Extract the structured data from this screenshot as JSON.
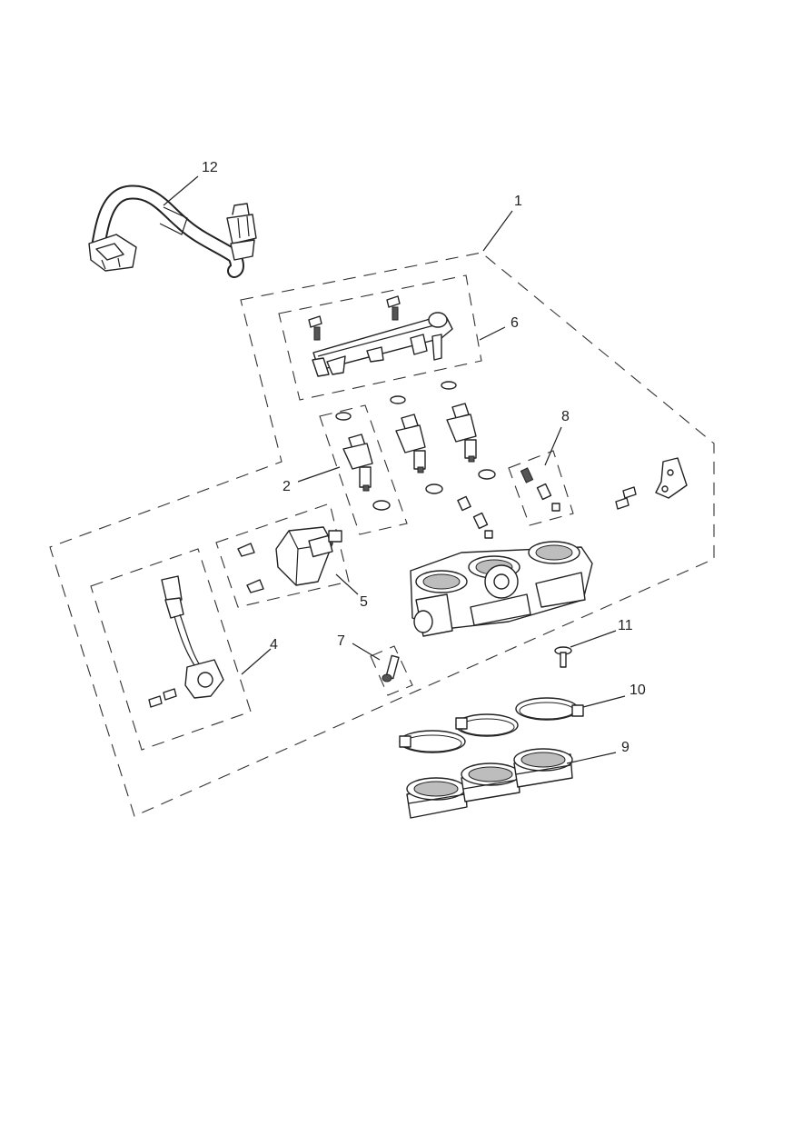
{
  "callouts": [
    {
      "id": "1",
      "label": "1"
    },
    {
      "id": "2",
      "label": "2"
    },
    {
      "id": "4",
      "label": "4"
    },
    {
      "id": "5",
      "label": "5"
    },
    {
      "id": "6",
      "label": "6"
    },
    {
      "id": "7",
      "label": "7"
    },
    {
      "id": "8",
      "label": "8"
    },
    {
      "id": "9",
      "label": "9"
    },
    {
      "id": "10",
      "label": "10"
    },
    {
      "id": "11",
      "label": "11"
    },
    {
      "id": "12",
      "label": "12"
    }
  ],
  "colors": {
    "line": "#222222",
    "background": "#ffffff",
    "shade": "#bdbdbd"
  }
}
